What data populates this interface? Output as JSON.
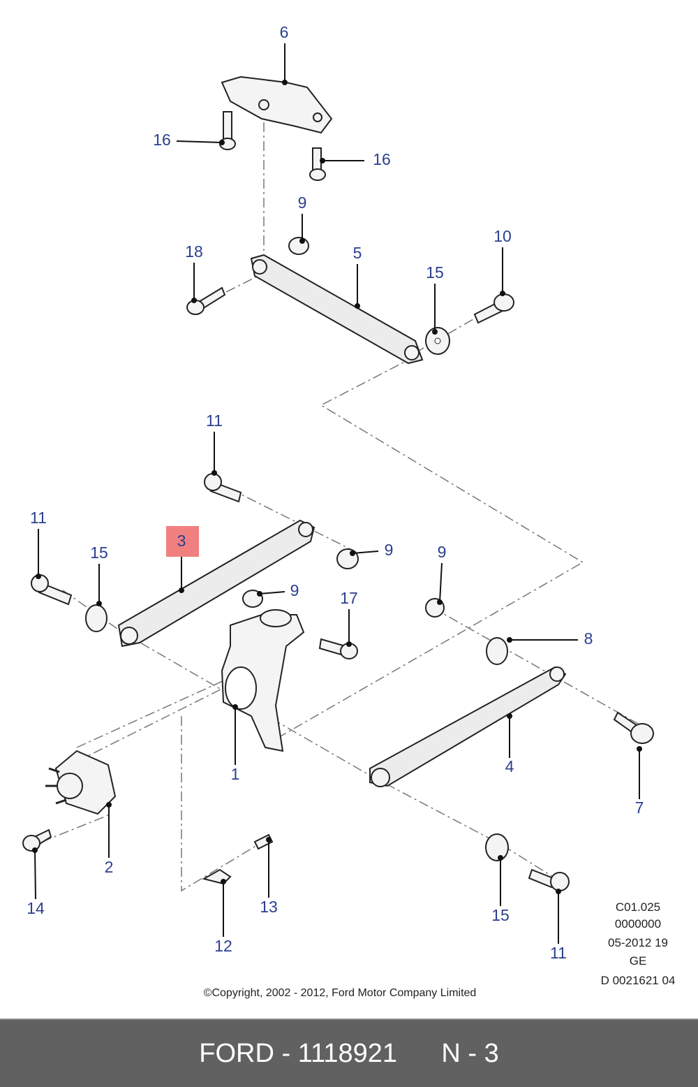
{
  "callouts": [
    "6",
    "16",
    "16",
    "9",
    "18",
    "5",
    "10",
    "15",
    "11",
    "11",
    "15",
    "3",
    "9",
    "9",
    "17",
    "9",
    "8",
    "1",
    "4",
    "7",
    "2",
    "14",
    "13",
    "12",
    "15",
    "11"
  ],
  "highlighted_callout": "3",
  "highlight_color": "#f08080",
  "label_color": "#2b3f8f",
  "info_block": [
    "C01.025",
    "0000000",
    "05-2012 19",
    "GE",
    "D 0021621 04"
  ],
  "copyright": "©Copyright, 2002 - 2012, Ford Motor Company Limited",
  "footer": {
    "brand": "FORD - 1118921",
    "ref": "N - 3"
  }
}
